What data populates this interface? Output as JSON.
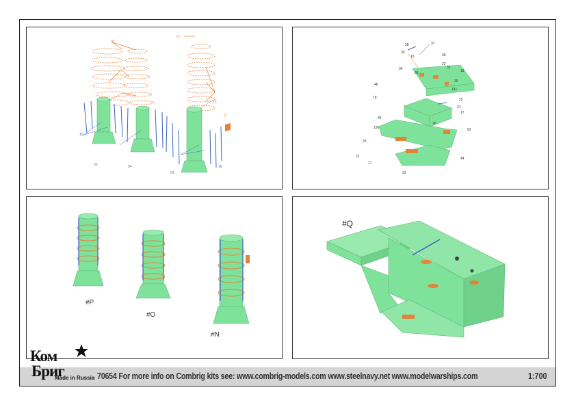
{
  "footer": {
    "text": "70654 For more info on Combrig kits see: www.combrig-models.com www.steelnavy.net www.modelwarships.com",
    "scale": "1:700"
  },
  "logo": {
    "line1": "Ком",
    "line2": "Бриг",
    "made_in": "Made in Russia"
  },
  "panel1": {
    "parts_orange": [
      "18",
      "13",
      "15",
      "17"
    ],
    "parts_blue": [
      "15",
      "19"
    ],
    "parts_green": [
      "55",
      "54",
      "53"
    ]
  },
  "panel2": {
    "parts": [
      "28",
      "37",
      "35",
      "16",
      "39",
      "36",
      "22",
      "34",
      "31",
      "18",
      "48",
      "30",
      "141",
      "18",
      "25",
      "21",
      "45",
      "17",
      "136",
      "26",
      "52",
      "25",
      "44",
      "21",
      "17",
      "33"
    ]
  },
  "panel3": {
    "labels": [
      "#P",
      "#O",
      "#N"
    ]
  },
  "panel4": {
    "label": "#Q"
  },
  "colors": {
    "part_green": "#7fe29a",
    "orange": "#e5823a",
    "blue": "#3a63c6",
    "footer_gray": "#d4d4d4"
  }
}
